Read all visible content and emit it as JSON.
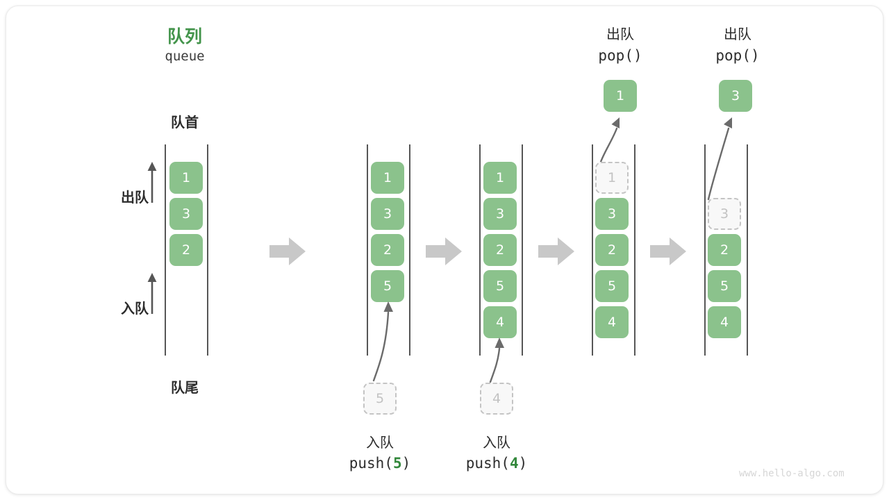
{
  "diagram": {
    "title_cn": "队列",
    "title_en": "queue",
    "head_label": "队首",
    "tail_label": "队尾",
    "dequeue_label": "出队",
    "enqueue_label": "入队",
    "watermark": "www.hello-algo.com",
    "colors": {
      "cell_green": "#8bc28c",
      "title_green": "#43944b",
      "code_green": "#33883c",
      "rail_gray": "#565656",
      "arrow_gray": "#c8c8c8",
      "ghost_border": "#c4c4c4",
      "ghost_text": "#c2c2c2",
      "text_dark": "#2d2d2d"
    }
  },
  "stages": [
    {
      "id": "initial",
      "cells": [
        "1",
        "3",
        "2"
      ],
      "ghost_index": -1,
      "op_cn": "",
      "op_code": "",
      "popped_value": ""
    },
    {
      "id": "push-5",
      "cells": [
        "1",
        "3",
        "2",
        "5"
      ],
      "ghost_index": -1,
      "op_cn": "入队",
      "op_code_prefix": "push(",
      "op_code_num": "5",
      "op_code_suffix": ")",
      "incoming_value": "5"
    },
    {
      "id": "push-4",
      "cells": [
        "1",
        "3",
        "2",
        "5",
        "4"
      ],
      "ghost_index": -1,
      "op_cn": "入队",
      "op_code_prefix": "push(",
      "op_code_num": "4",
      "op_code_suffix": ")",
      "incoming_value": "4"
    },
    {
      "id": "pop-1",
      "cells": [
        "1",
        "3",
        "2",
        "5",
        "4"
      ],
      "ghost_index": 0,
      "op_cn": "出队",
      "op_code": "pop()",
      "popped_value": "1"
    },
    {
      "id": "pop-3",
      "cells": [
        "3",
        "2",
        "5",
        "4"
      ],
      "ghost_index": 0,
      "op_cn": "出队",
      "op_code": "pop()",
      "popped_value": "3"
    }
  ]
}
